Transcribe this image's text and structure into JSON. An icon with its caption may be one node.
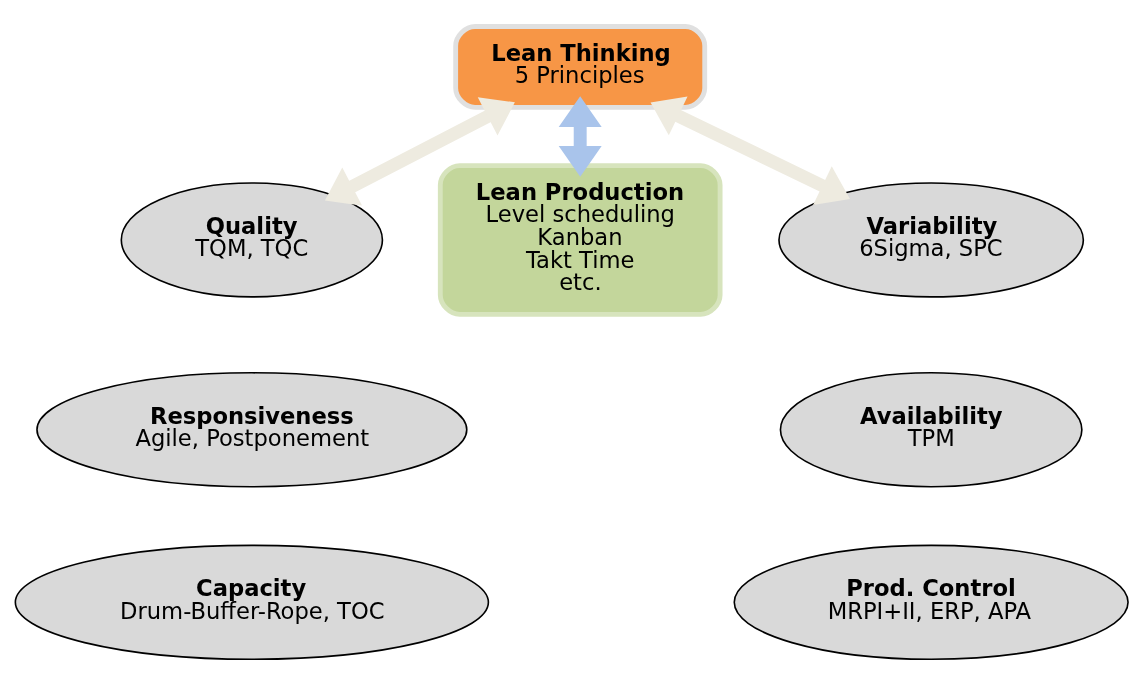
{
  "diagram": {
    "nodes": [
      {
        "text": [
          "Lean Thinking",
          "5 Principles"
        ]
      },
      {
        "text": [
          "Quality",
          "TQM, TQC"
        ]
      },
      {
        "text": [
          "Responsiveness",
          "Agile, Postponement"
        ]
      },
      {
        "text": [
          "Capacity",
          "Drum-Buffer-Rope, TOC"
        ]
      },
      {
        "text": [
          "Lean Production",
          "Level scheduling",
          "Kanban",
          "Takt Time",
          "etc."
        ]
      },
      {
        "text": [
          "Variability",
          "6Sigma, SPC"
        ]
      },
      {
        "text": [
          "Availability",
          "TPM"
        ]
      },
      {
        "text": [
          "Prod. Control",
          "MRPI+II, ERP, APA"
        ]
      }
    ],
    "edges": [
      {
        "from": 0,
        "to": 1,
        "arrow": "both"
      },
      {
        "from": 0,
        "to": 5,
        "arrow": "both"
      },
      {
        "from": 0,
        "to": 4,
        "arrow": "both",
        "color": "#a9c4eb"
      }
    ]
  }
}
